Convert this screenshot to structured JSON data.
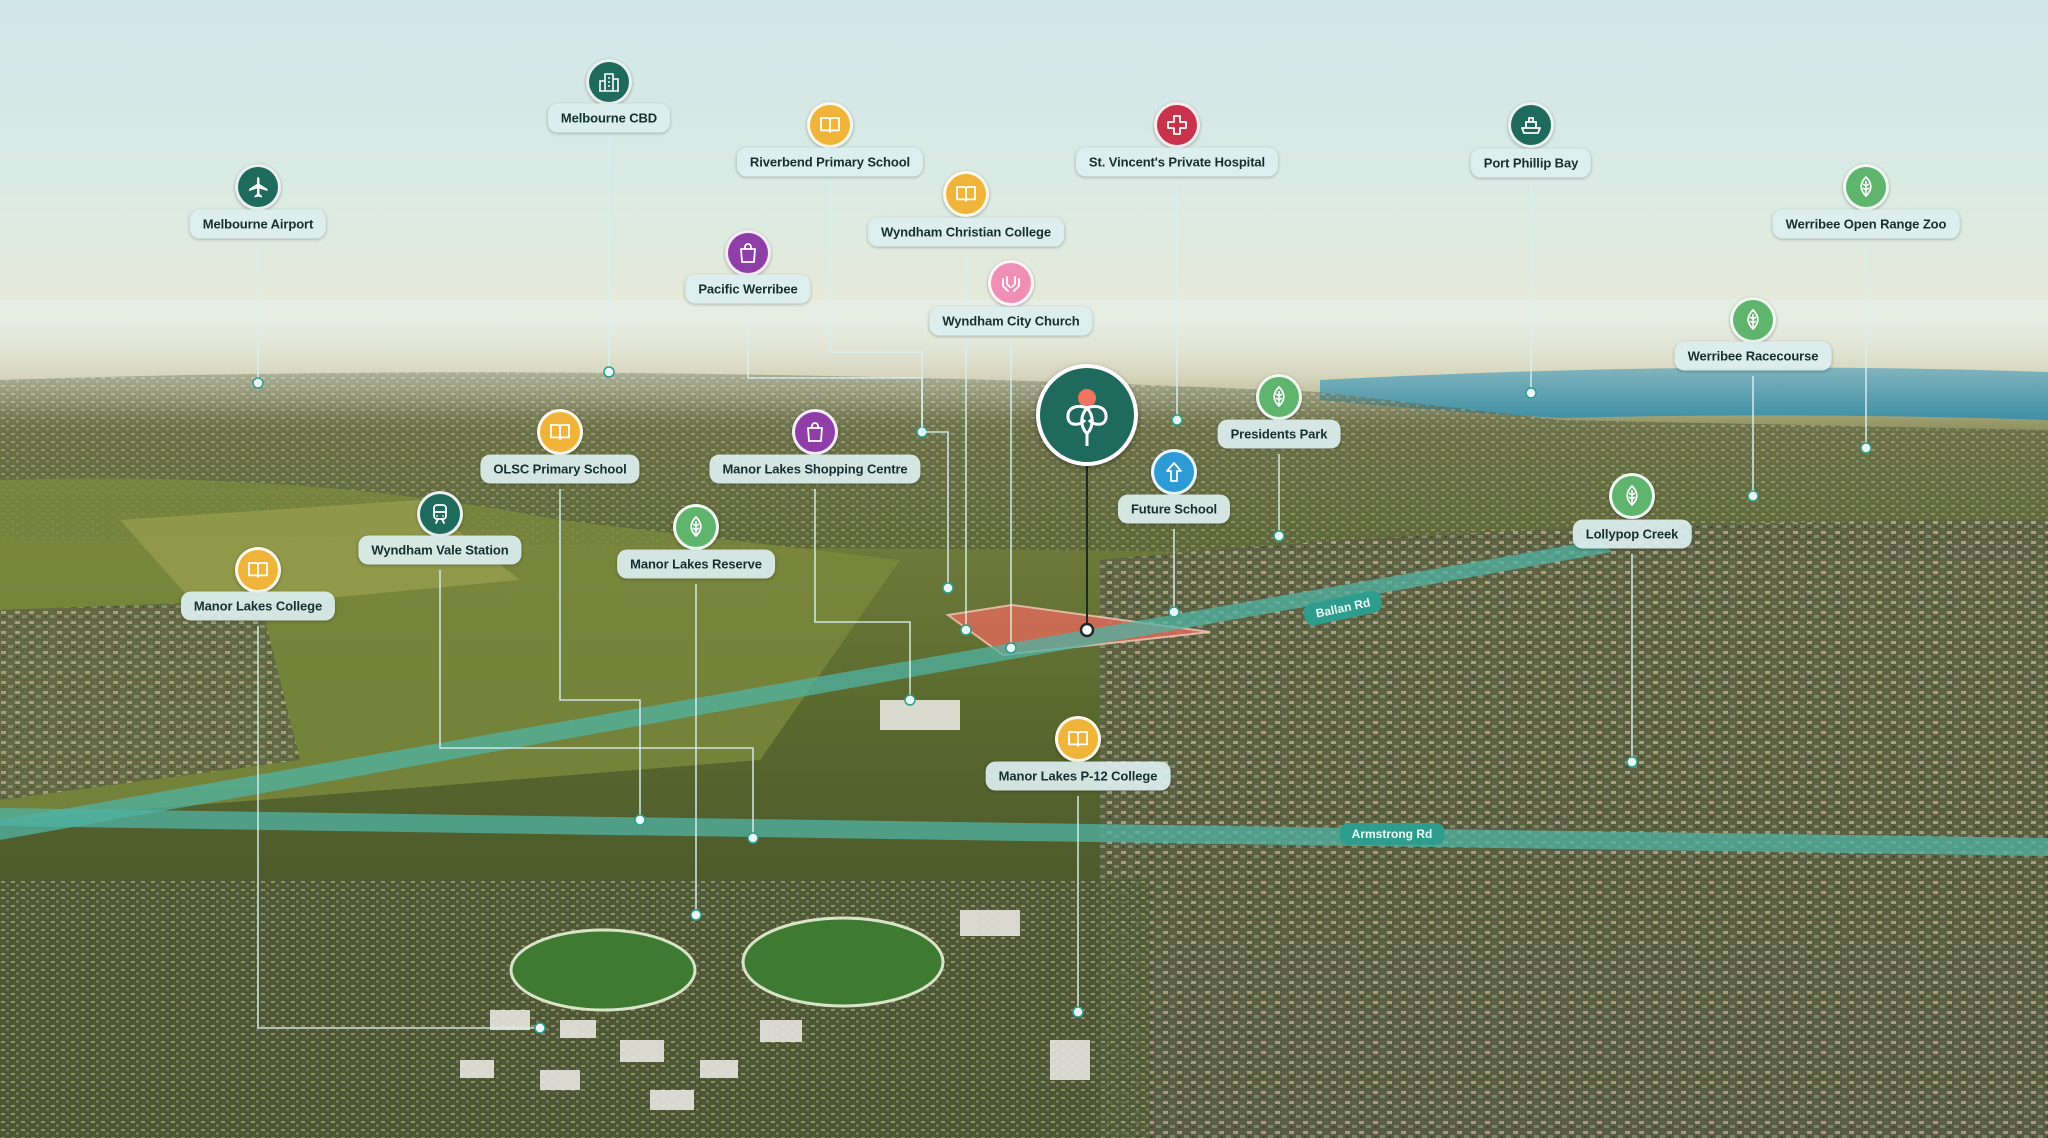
{
  "colors": {
    "education": "#f0b43a",
    "shopping": "#8e3ea6",
    "health": "#c8324a",
    "transport": "#1e6b5e",
    "nature": "#5fb56d",
    "community": "#f08fb5",
    "future": "#2d9bd6",
    "brand": "#1f6a5d",
    "road": "#2f9d8e",
    "site": "#e07060"
  },
  "points_of_interest": [
    {
      "id": "melbourne-cbd",
      "name": "Melbourne CBD",
      "category": "transport",
      "icon": "city-buildings-icon"
    },
    {
      "id": "riverbend-primary",
      "name": "Riverbend Primary School",
      "category": "education",
      "icon": "book-icon"
    },
    {
      "id": "st-vincents",
      "name": "St. Vincent's Private Hospital",
      "category": "health",
      "icon": "medical-cross-icon"
    },
    {
      "id": "port-phillip-bay",
      "name": "Port Phillip Bay",
      "category": "transport",
      "icon": "ship-icon"
    },
    {
      "id": "melbourne-airport",
      "name": "Melbourne Airport",
      "category": "transport",
      "icon": "airplane-icon"
    },
    {
      "id": "wyndham-christian",
      "name": "Wyndham Christian College",
      "category": "education",
      "icon": "book-icon"
    },
    {
      "id": "werribee-zoo",
      "name": "Werribee Open Range Zoo",
      "category": "nature",
      "icon": "leaf-icon"
    },
    {
      "id": "pacific-werribee",
      "name": "Pacific Werribee",
      "category": "shopping",
      "icon": "shopping-bag-icon"
    },
    {
      "id": "wyndham-city-church",
      "name": "Wyndham City Church",
      "category": "community",
      "icon": "hands-icon"
    },
    {
      "id": "werribee-racecourse",
      "name": "Werribee Racecourse",
      "category": "nature",
      "icon": "leaf-icon"
    },
    {
      "id": "presidents-park",
      "name": "Presidents Park",
      "category": "nature",
      "icon": "leaf-icon"
    },
    {
      "id": "olsc-primary",
      "name": "OLSC Primary School",
      "category": "education",
      "icon": "book-icon"
    },
    {
      "id": "manor-lakes-shopping",
      "name": "Manor Lakes Shopping Centre",
      "category": "shopping",
      "icon": "shopping-bag-icon"
    },
    {
      "id": "future-school",
      "name": "Future School",
      "category": "future",
      "icon": "arrow-up-icon"
    },
    {
      "id": "lollypop-creek",
      "name": "Lollypop Creek",
      "category": "nature",
      "icon": "leaf-icon"
    },
    {
      "id": "wyndham-vale-station",
      "name": "Wyndham Vale Station",
      "category": "transport",
      "icon": "train-icon"
    },
    {
      "id": "manor-lakes-reserve",
      "name": "Manor Lakes Reserve",
      "category": "nature",
      "icon": "leaf-icon"
    },
    {
      "id": "manor-lakes-college",
      "name": "Manor Lakes College",
      "category": "education",
      "icon": "book-icon"
    },
    {
      "id": "manor-lakes-p12",
      "name": "Manor Lakes P-12 College",
      "category": "education",
      "icon": "book-icon"
    }
  ],
  "roads": [
    {
      "id": "ballan-rd",
      "name": "Ballan Rd"
    },
    {
      "id": "armstrong-rd",
      "name": "Armstrong Rd"
    }
  ]
}
